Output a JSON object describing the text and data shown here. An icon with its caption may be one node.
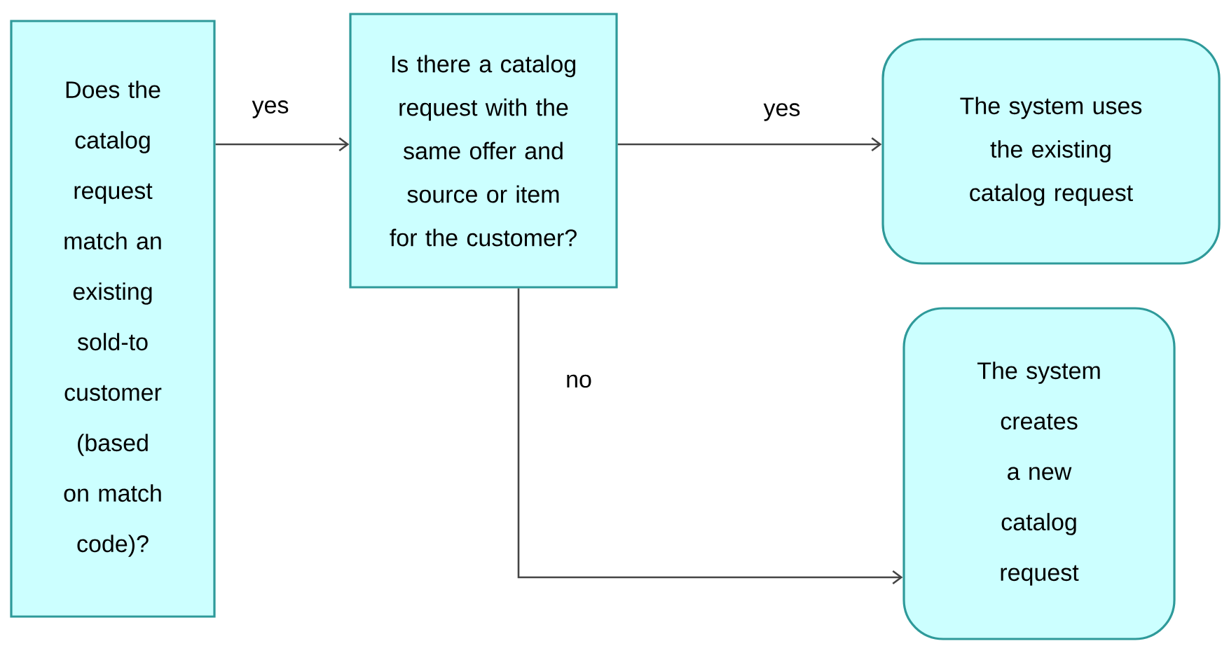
{
  "diagram": {
    "nodes": [
      {
        "text": [
          "Does the catalog request match an existing sold-to customer (based on match code)?"
        ]
      },
      {
        "text": [
          "Is there a catalog request with the same offer and source or item for the customer?"
        ]
      },
      {
        "text": [
          "The system uses the existing catalog request"
        ]
      },
      {
        "text": [
          "The system creates a new catalog request"
        ]
      }
    ],
    "edges": [
      {
        "from": 0,
        "to": 1,
        "arrow": "to",
        "label": "yes"
      },
      {
        "from": 1,
        "to": 2,
        "arrow": "to",
        "label": "yes"
      },
      {
        "from": 1,
        "to": 3,
        "arrow": "to",
        "label": "no"
      }
    ]
  }
}
